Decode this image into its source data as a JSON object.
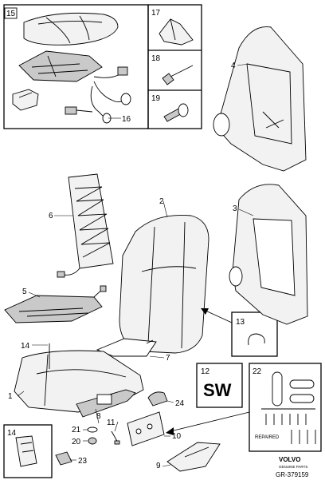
{
  "diagram": {
    "callouts": [
      {
        "id": "c1",
        "label": "1"
      },
      {
        "id": "c2",
        "label": "2"
      },
      {
        "id": "c3",
        "label": "3"
      },
      {
        "id": "c4",
        "label": "4"
      },
      {
        "id": "c5",
        "label": "5"
      },
      {
        "id": "c6",
        "label": "6"
      },
      {
        "id": "c7",
        "label": "7"
      },
      {
        "id": "c8",
        "label": "8"
      },
      {
        "id": "c9",
        "label": "9"
      },
      {
        "id": "c10",
        "label": "10"
      },
      {
        "id": "c11",
        "label": "11"
      },
      {
        "id": "c12",
        "label": "12"
      },
      {
        "id": "c13",
        "label": "13"
      },
      {
        "id": "c14",
        "label": "14"
      },
      {
        "id": "c14b",
        "label": "14"
      },
      {
        "id": "c15",
        "label": "15"
      },
      {
        "id": "c16",
        "label": "16"
      },
      {
        "id": "c17",
        "label": "17"
      },
      {
        "id": "c18",
        "label": "18"
      },
      {
        "id": "c19",
        "label": "19"
      },
      {
        "id": "c20",
        "label": "20"
      },
      {
        "id": "c21",
        "label": "21"
      },
      {
        "id": "c22",
        "label": "22"
      },
      {
        "id": "c23",
        "label": "23"
      },
      {
        "id": "c24",
        "label": "24"
      }
    ],
    "sw_label": "SW",
    "repaired_label": "REPAIRED",
    "brand": "VOLVO",
    "brand_sub": "GENUINE PARTS",
    "ref_code": "GR-379159",
    "colors": {
      "line": "#000000",
      "fill": "#f2f2f2",
      "shade": "#c9c9c9"
    }
  }
}
